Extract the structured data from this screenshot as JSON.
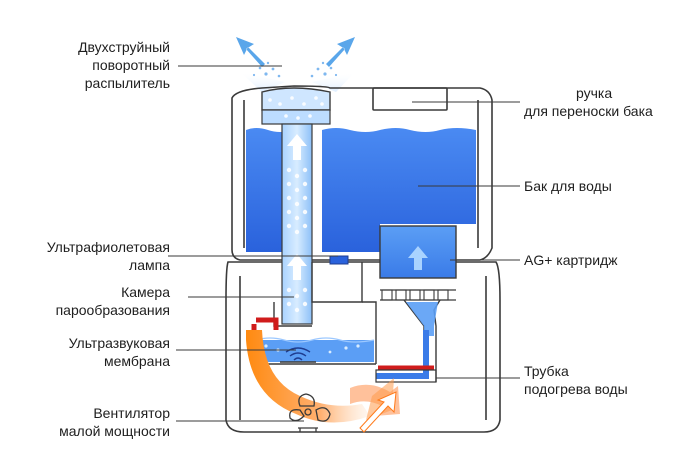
{
  "labels": {
    "sprayer": {
      "lines": [
        "Двухструйный",
        "поворотный",
        "распылитель"
      ]
    },
    "handle": {
      "lines": [
        "ручка",
        "для переноски бака"
      ]
    },
    "tank": {
      "lines": [
        "Бак для воды"
      ]
    },
    "uv_lamp": {
      "lines": [
        "Ультрафиолетовая",
        "лампа"
      ]
    },
    "cartridge": {
      "lines": [
        "AG+ картридж"
      ]
    },
    "chamber": {
      "lines": [
        "Камера",
        "парообразования"
      ]
    },
    "membrane": {
      "lines": [
        "Ультразвуковая",
        "мембрана"
      ]
    },
    "heater": {
      "lines": [
        "Трубка",
        "подогрева воды"
      ]
    },
    "fan": {
      "lines": [
        "Вентилятор",
        "малой мощности"
      ]
    }
  },
  "colors": {
    "outline": "#3a3a3a",
    "water_light": "#8fc4ff",
    "water_dark": "#2a6ae0",
    "heater_red": "#d01c1c",
    "warm_air": "#ff7a1a",
    "arrow_blue": "#5aa6ea"
  },
  "icons": {
    "fan": "fan-icon",
    "arrows": "arrow-icon"
  }
}
